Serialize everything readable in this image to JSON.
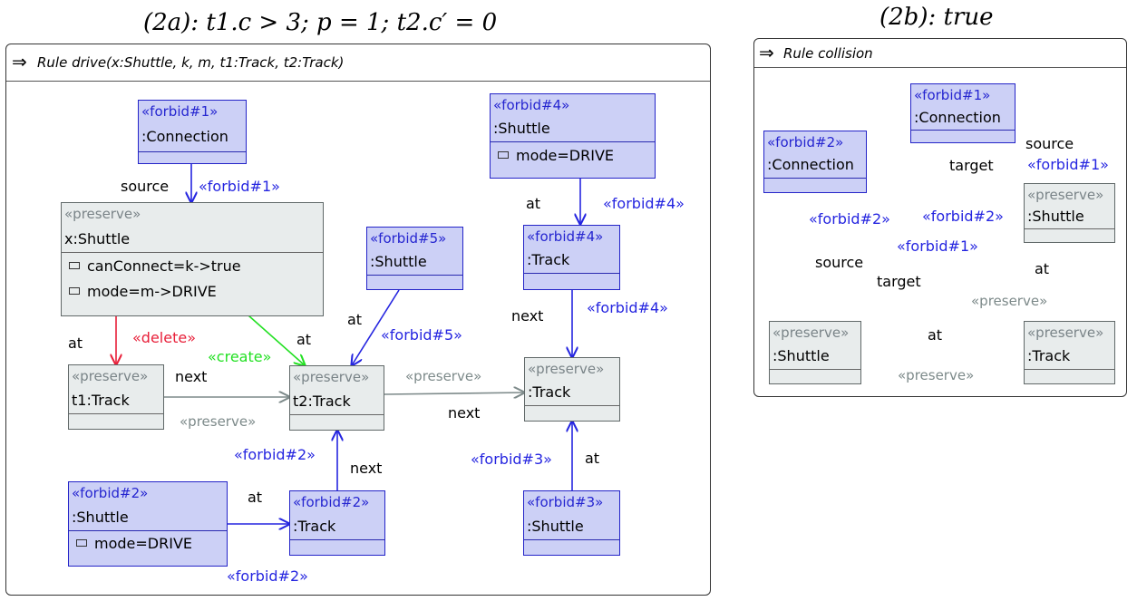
{
  "captions": {
    "a": "(2a): t1.c > 3; p = 1; t2.c′ = 0",
    "b": "(2b): true"
  },
  "panel_a": {
    "title": "Rule drive(x:Shuttle, k, m, t1:Track, t2:Track)",
    "nodes": {
      "conn_f1": {
        "stereotype": "«forbid#1»",
        "name": ":Connection"
      },
      "x_shuttle": {
        "stereotype": "«preserve»",
        "name": "x:Shuttle",
        "attrs": [
          "canConnect=k->true",
          "mode=m->DRIVE"
        ]
      },
      "shuttle_f5": {
        "stereotype": "«forbid#5»",
        "name": ":Shuttle"
      },
      "shuttle_f4": {
        "stereotype": "«forbid#4»",
        "name": ":Shuttle",
        "attrs": [
          "mode=DRIVE"
        ]
      },
      "track_f4": {
        "stereotype": "«forbid#4»",
        "name": ":Track"
      },
      "t1_track": {
        "stereotype": "«preserve»",
        "name": "t1:Track"
      },
      "t2_track": {
        "stereotype": "«preserve»",
        "name": "t2:Track"
      },
      "track_p": {
        "stereotype": "«preserve»",
        "name": ":Track"
      },
      "shuttle_f2": {
        "stereotype": "«forbid#2»",
        "name": ":Shuttle",
        "attrs": [
          "mode=DRIVE"
        ]
      },
      "track_f2": {
        "stereotype": "«forbid#2»",
        "name": ":Track"
      },
      "shuttle_f3": {
        "stereotype": "«forbid#3»",
        "name": ":Shuttle"
      }
    },
    "labels": {
      "source": "source",
      "forbid1": "«forbid#1»",
      "at_f4": "at",
      "forbid4_top": "«forbid#4»",
      "at_f5": "at",
      "forbid5": "«forbid#5»",
      "next_f4": "next",
      "forbid4_mid": "«forbid#4»",
      "at_del": "at",
      "delete": "«delete»",
      "create": "«create»",
      "at_create": "at",
      "next_t1": "next",
      "preserve_t1": "«preserve»",
      "preserve_t2": "«preserve»",
      "next_t2": "next",
      "forbid2_up": "«forbid#2»",
      "next_f2": "next",
      "forbid3": "«forbid#3»",
      "at_f3": "at",
      "at_f2": "at",
      "forbid2_bottom": "«forbid#2»"
    }
  },
  "panel_b": {
    "title": "Rule collision",
    "nodes": {
      "conn_f1": {
        "stereotype": "«forbid#1»",
        "name": ":Connection"
      },
      "conn_f2": {
        "stereotype": "«forbid#2»",
        "name": ":Connection"
      },
      "shuttle_p1": {
        "stereotype": "«preserve»",
        "name": ":Shuttle"
      },
      "shuttle_p2": {
        "stereotype": "«preserve»",
        "name": ":Shuttle"
      },
      "track_p": {
        "stereotype": "«preserve»",
        "name": ":Track"
      }
    },
    "labels": {
      "source_top": "source",
      "forbid1_right": "«forbid#1»",
      "target_top": "target",
      "forbid2_a": "«forbid#2»",
      "forbid2_b": "«forbid#2»",
      "forbid1_mid": "«forbid#1»",
      "source_mid": "source",
      "target_mid": "target",
      "at_right": "at",
      "preserve_right": "«preserve»",
      "at_bottom": "at",
      "preserve_bottom": "«preserve»"
    }
  },
  "colors": {
    "forbid": "#2525e0",
    "preserve": "#7d8a8a",
    "delete": "#e8203a",
    "create": "#22e022"
  }
}
